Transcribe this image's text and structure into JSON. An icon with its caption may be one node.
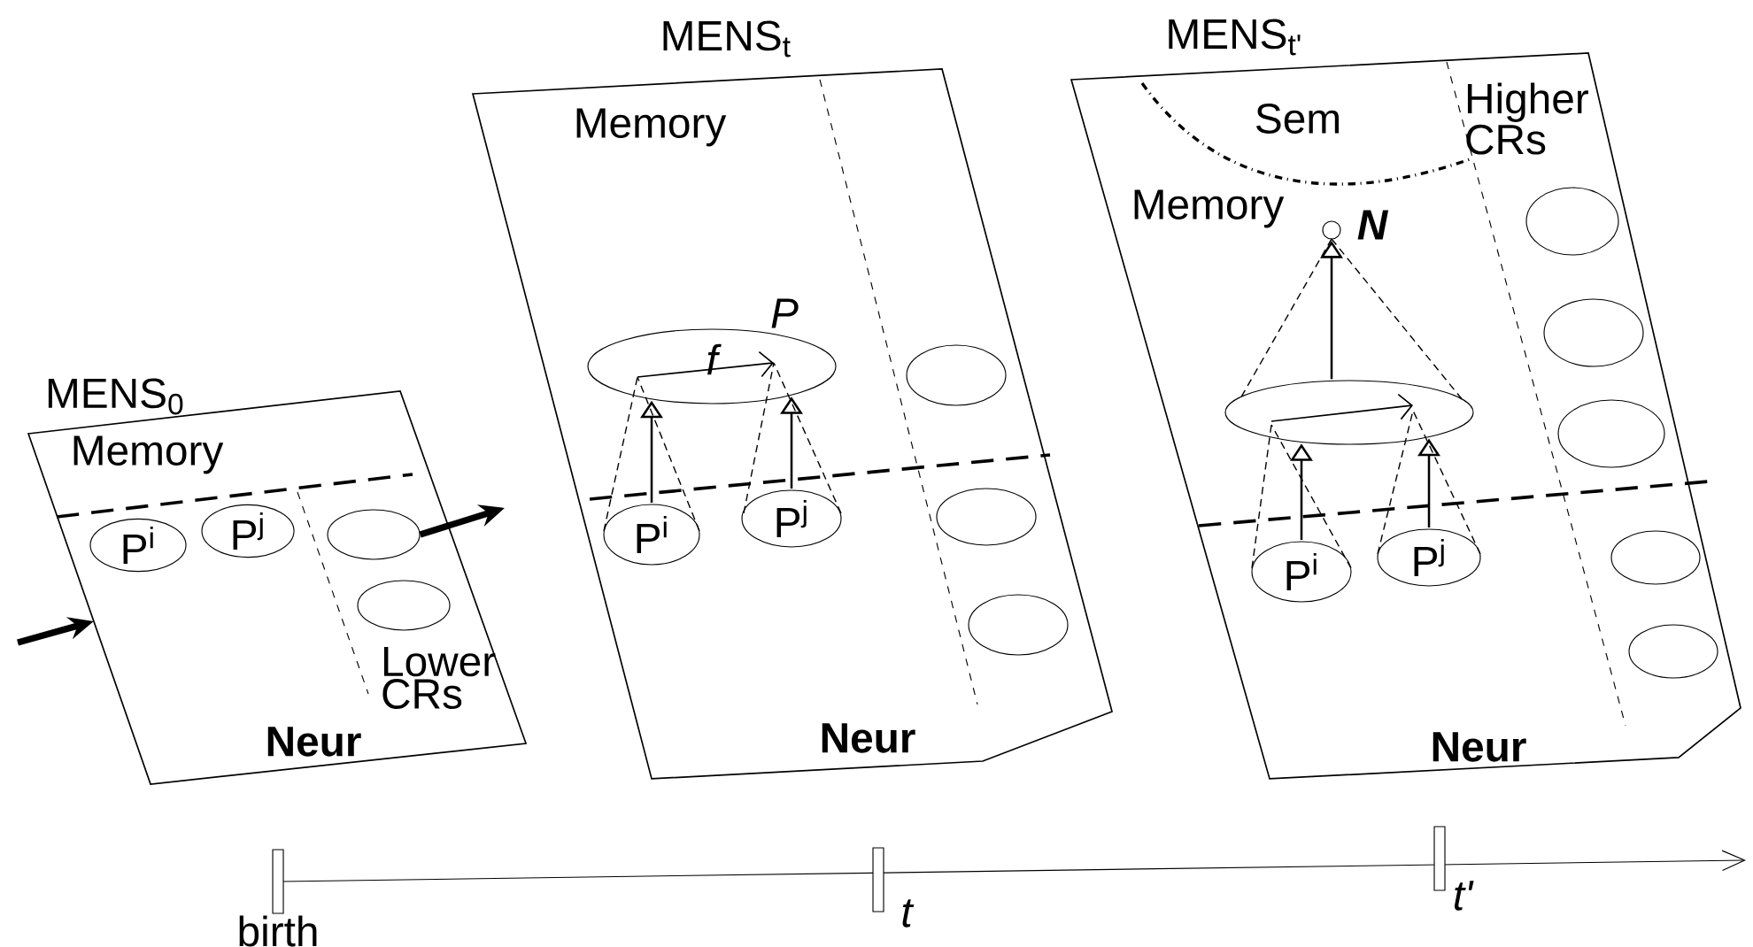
{
  "diagram": {
    "nodes": [
      {
        "text": [
          "MENS$_{0}$",
          "Memory",
          "Lower CRs",
          "Neur"
        ]
      },
      {
        "text": [
          "P$^{i}$"
        ],
        "in": 0
      },
      {
        "text": [
          "P$^{j}$"
        ],
        "in": 0
      },
      {
        "text": [],
        "shape": "ellipse",
        "in": 0
      },
      {
        "text": [],
        "shape": "ellipse",
        "in": 0
      },
      {
        "text": [
          "MENS$_{t}$",
          "Memory",
          "Neur"
        ]
      },
      {
        "text": [
          "f"
        ],
        "beside": [
          "P"
        ],
        "in": 5
      },
      {
        "text": [],
        "shape": "ellipse",
        "in": 5
      },
      {
        "text": [
          "P$^{i}$"
        ],
        "in": 5
      },
      {
        "text": [
          "P$^{j}$"
        ],
        "in": 5
      },
      {
        "text": [],
        "shape": "ellipse",
        "in": 5
      },
      {
        "text": [],
        "shape": "ellipse",
        "in": 5
      },
      {
        "text": [
          "MENS$_{t'}$",
          "Sem",
          "Higher CRs",
          "Memory",
          "Neur"
        ]
      },
      {
        "text": [],
        "shape": "circle",
        "beside": [
          "N"
        ],
        "in": 12
      },
      {
        "text": [],
        "shape": "ellipse",
        "in": 12
      },
      {
        "text": [],
        "shape": "ellipse",
        "in": 12
      },
      {
        "text": [],
        "shape": "ellipse",
        "in": 12
      },
      {
        "text": [],
        "shape": "ellipse",
        "in": 12
      },
      {
        "text": [
          "P$^{i}$"
        ],
        "in": 12
      },
      {
        "text": [
          "P$^{j}$"
        ],
        "in": 12
      },
      {
        "text": [],
        "shape": "ellipse",
        "in": 12
      },
      {
        "text": [],
        "shape": "ellipse",
        "in": 12
      }
    ],
    "edges": [
      {
        "from": null,
        "to": 0,
        "arrow": "to",
        "style": "thick"
      },
      {
        "from": 3,
        "to": null,
        "arrow": "to",
        "style": "thick"
      },
      {
        "from": 8,
        "to": 6,
        "arrow": "to"
      },
      {
        "from": 9,
        "to": 6,
        "arrow": "to"
      },
      {
        "from": 18,
        "to": 17,
        "arrow": "to"
      },
      {
        "from": 19,
        "to": 17,
        "arrow": "to"
      },
      {
        "from": 17,
        "to": 13,
        "arrow": "to"
      }
    ],
    "labels": [
      "birth",
      "t",
      "t'"
    ]
  }
}
